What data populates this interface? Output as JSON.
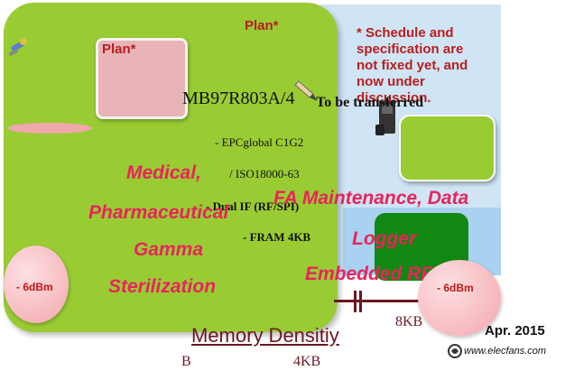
{
  "plan_top_label": "Plan*",
  "plan_box_label": "Plan*",
  "note": "* Schedule and\nspecification are\nnot fixed yet, and\nnow under\ndiscussion.",
  "product_name": "MB97R803A/4",
  "to_be_transferred": "To be transferred",
  "specs": [
    "- EPCglobal C1G2",
    "/ ISO18000-63",
    "- Dual IF (RF/SPI)",
    "- FRAM 4KB"
  ],
  "medical_lines": [
    "Medical,",
    "Pharmaceutical",
    "Gamma",
    "Sterilization"
  ],
  "fa_lines": [
    "FA Maintenance, Data",
    "Logger",
    "Embedded RFID"
  ],
  "dbm_left": "- 6dBm",
  "dbm_right": "- 6dBm",
  "axis": {
    "title": "Memory Densitiy",
    "ticks": [
      "B",
      "4KB",
      "8KB"
    ]
  },
  "date": "Apr. 2015",
  "watermark": "www.elecfans.com",
  "colors": {
    "card_green": "#99cc33",
    "dark_green": "#118811",
    "plan_red": "#b81e1e",
    "pink_text": "#e8245c",
    "axis_maroon": "#6a1820",
    "panel_blue": "#cfe4f4"
  }
}
